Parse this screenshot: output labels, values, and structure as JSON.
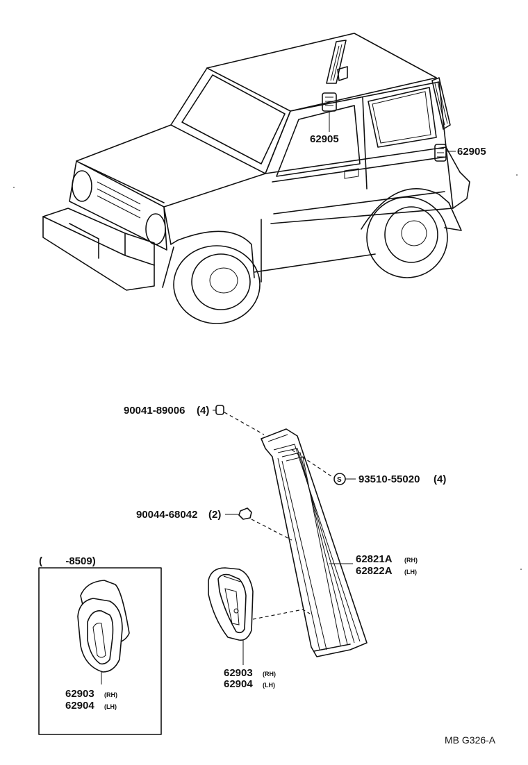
{
  "diagram": {
    "callouts": {
      "pillar_vent": "62905",
      "rear_vent": "62905",
      "clip": "90041-89006",
      "clip_qty": "(4)",
      "screw_symbol": "S",
      "screw": "93510-55020",
      "screw_qty": "(4)",
      "nut": "90044-68042",
      "nut_qty": "(2)",
      "garnish_rh": "62821A",
      "garnish_rh_tag": "(RH)",
      "garnish_lh": "62822A",
      "garnish_lh_tag": "(LH)",
      "handle_rh": "62903",
      "handle_rh_tag": "(RH)",
      "handle_lh": "62904",
      "handle_lh_tag": "(LH)",
      "inset_handle_rh": "62903",
      "inset_handle_rh_tag": "(RH)",
      "inset_handle_lh": "62904",
      "inset_handle_lh_tag": "(LH)"
    },
    "inset_header": "(        -8509)",
    "diagram_code": "MB G326-A"
  }
}
